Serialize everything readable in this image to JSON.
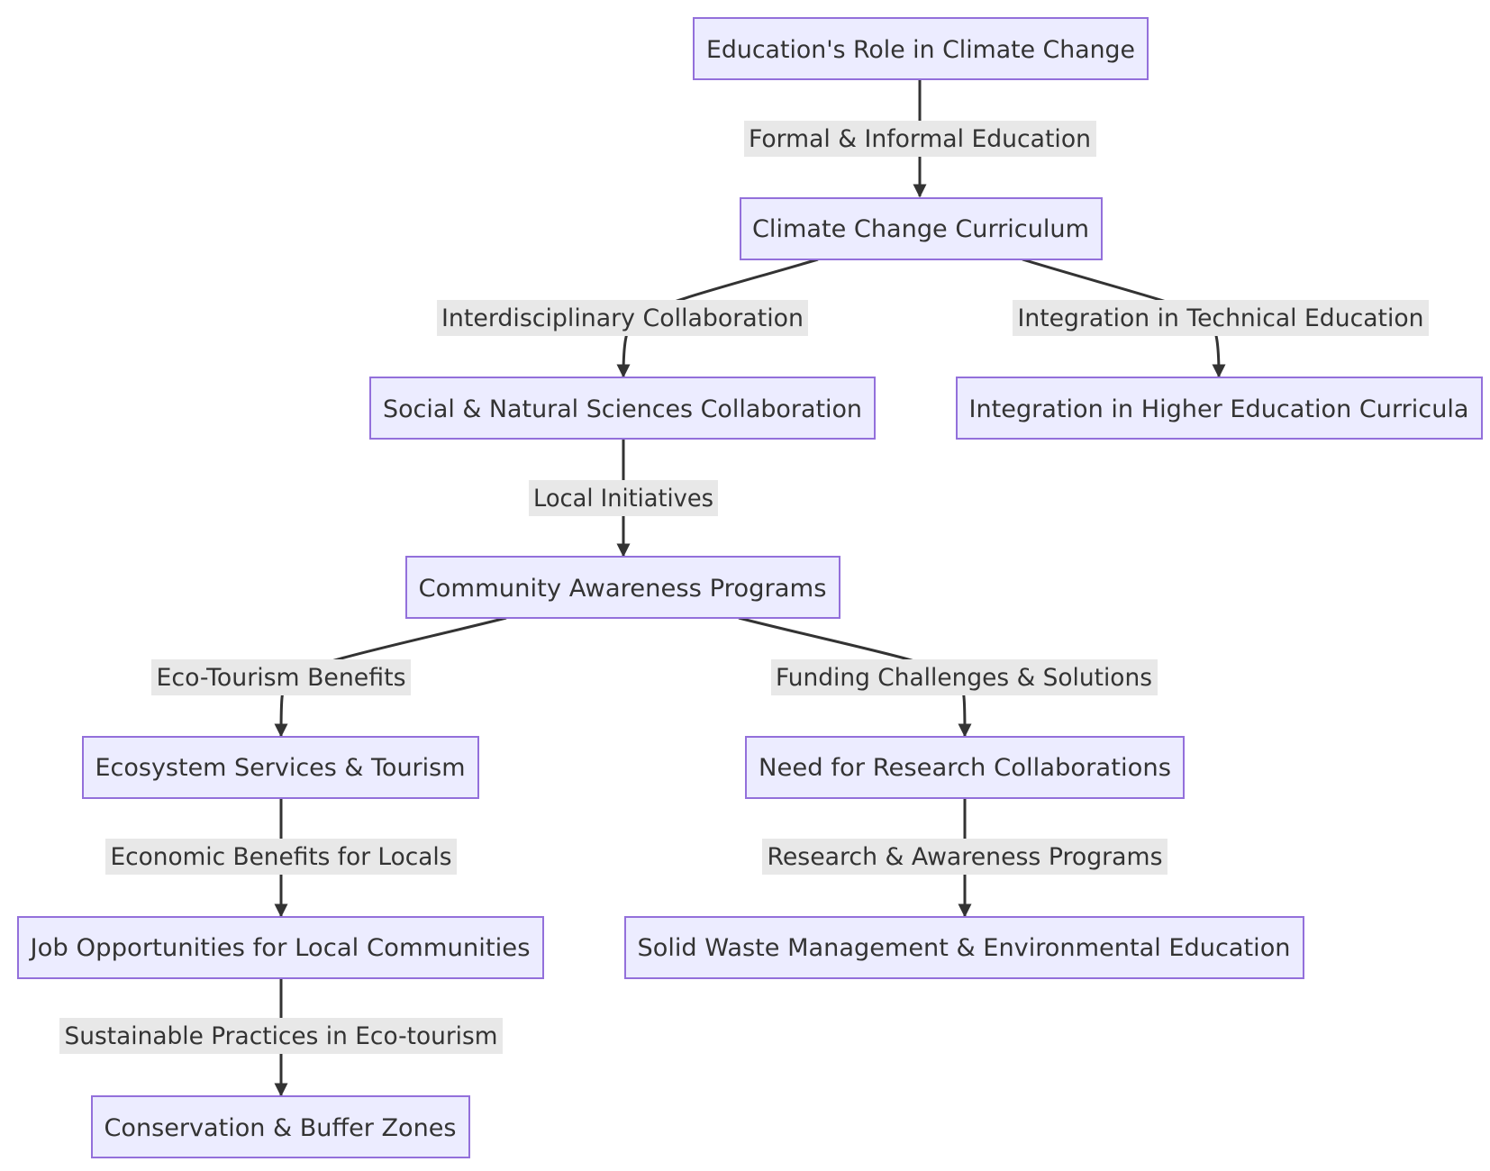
{
  "nodes": {
    "root": "Education's Role in Climate Change",
    "curriculum": "Climate Change Curriculum",
    "social": "Social & Natural Sciences Collaboration",
    "higher": "Integration in Higher Education Curricula",
    "community": "Community Awareness Programs",
    "ecosystem": "Ecosystem Services & Tourism",
    "research": "Need for Research Collaborations",
    "jobs": "Job Opportunities for Local Communities",
    "waste": "Solid Waste Management & Environmental Education",
    "conservation": "Conservation & Buffer Zones"
  },
  "edges": {
    "root_curriculum": "Formal & Informal Education",
    "curriculum_social": "Interdisciplinary Collaboration",
    "curriculum_higher": "Integration in Technical Education",
    "social_community": "Local Initiatives",
    "community_ecosystem": "Eco-Tourism Benefits",
    "community_research": "Funding Challenges & Solutions",
    "ecosystem_jobs": "Economic Benefits for Locals",
    "research_waste": "Research & Awareness Programs",
    "jobs_conservation": "Sustainable Practices in Eco-tourism"
  },
  "colors": {
    "node_fill": "#ECECFF",
    "node_border": "#9370DB",
    "edge": "#333333",
    "label_background": "#E8E8E8",
    "text": "#333333"
  }
}
